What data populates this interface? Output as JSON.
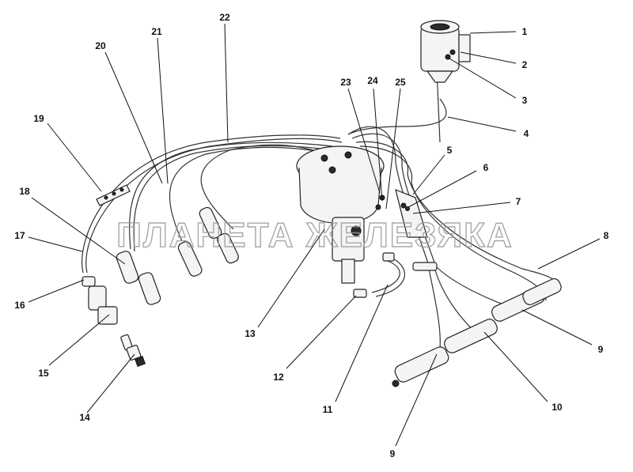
{
  "watermark": "ПЛАНЕТА ЖЕЛЕЗЯКА",
  "callouts": [
    "1",
    "2",
    "3",
    "4",
    "5",
    "6",
    "7",
    "8",
    "9",
    "9",
    "10",
    "11",
    "12",
    "13",
    "14",
    "15",
    "16",
    "17",
    "18",
    "19",
    "20",
    "21",
    "22",
    "23",
    "24",
    "25"
  ]
}
